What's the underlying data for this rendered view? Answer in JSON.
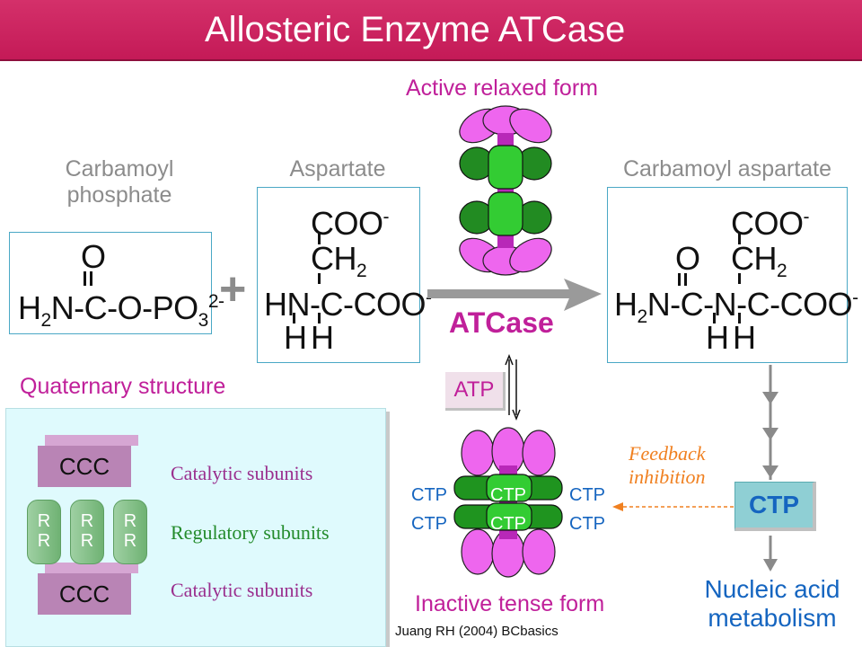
{
  "title": "Allosteric Enzyme ATCase",
  "labels": {
    "active_form": "Active relaxed form",
    "inactive_form": "Inactive tense form",
    "reactant1": [
      "Carbamoyl",
      "phosphate"
    ],
    "reactant2": "Aspartate",
    "product": "Carbamoyl aspartate",
    "enzyme": "ATCase",
    "atp": "ATP",
    "ctp": "CTP",
    "plus": "+",
    "feedback": [
      "Feedback",
      "inhibition"
    ],
    "nucleic": [
      "Nucleic acid",
      "metabolism"
    ],
    "quaternary": "Quaternary structure",
    "credit": "Juang RH (2004) BCbasics"
  },
  "chemistry": {
    "cp_o": "O",
    "cp_formula": {
      "a": "H",
      "a_sub": "2",
      "b": "N-C-O-PO",
      "b_sub": "3",
      "charge": "2-"
    },
    "asp": {
      "coo": "COO",
      "coo_sup": "-",
      "ch": "CH",
      "ch_sub": "2",
      "main": "HN-C-COO",
      "main_sup": "-",
      "h1": "H",
      "h2": "H"
    },
    "prod": {
      "coo": "COO",
      "coo_sup": "-",
      "o": "O",
      "ch": "CH",
      "ch_sub": "2",
      "a": "H",
      "a_sub": "2",
      "main": "N-C-N-C-COO",
      "main_sup": "-",
      "h1": "H",
      "h2": "H"
    }
  },
  "quaternary": {
    "ccc": "CCC",
    "r": "R",
    "catalytic": "Catalytic subunits",
    "regulatory": "Regulatory subunits"
  },
  "colors": {
    "title_bar": "#c41a57",
    "pink_text": "#c0209a",
    "blue_text": "#1565c0",
    "box_border": "#4aa8c5",
    "catalytic_violet": "#e060e0",
    "regulatory_green": "#28a028",
    "feedback_orange": "#f08020",
    "panel_bg": "#dffafd"
  },
  "icons": {
    "reaction_arrow": "right-arrow-icon",
    "equilibrium": "up-down-arrows-icon",
    "feedback": "dashed-left-arrow-icon",
    "pathway": "down-arrow-icon"
  }
}
